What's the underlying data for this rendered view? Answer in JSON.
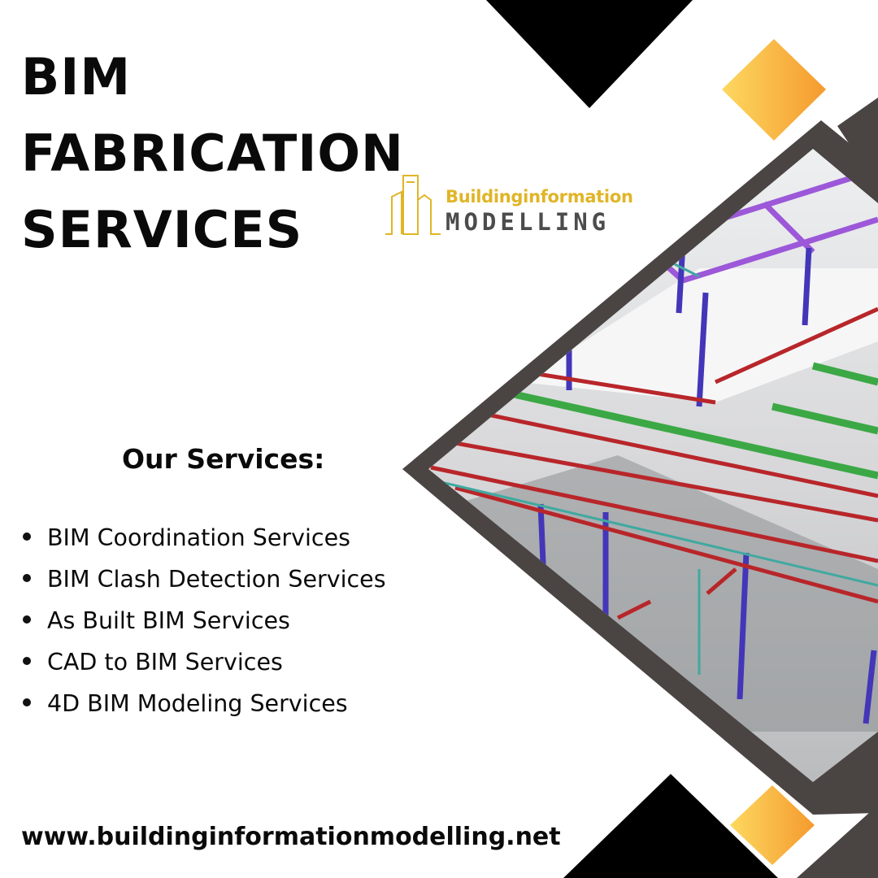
{
  "title_lines": [
    "BIM",
    "FABRICATION",
    "SERVICES"
  ],
  "logo": {
    "line1": "Buildinginformation",
    "line2": "MODELLING",
    "icon": "building-outline-icon"
  },
  "services_heading": "Our Services:",
  "services": [
    "BIM Coordination Services",
    "BIM Clash Detection Services",
    "As Built BIM Services",
    "CAD to BIM Services",
    "4D BIM Modeling Services"
  ],
  "website": "www.buildinginformationmodelling.net",
  "colors": {
    "accent_orange": "#f7b03a",
    "accent_yellow": "#fcd25c",
    "frame_gray": "#4a4543",
    "black": "#000000"
  }
}
